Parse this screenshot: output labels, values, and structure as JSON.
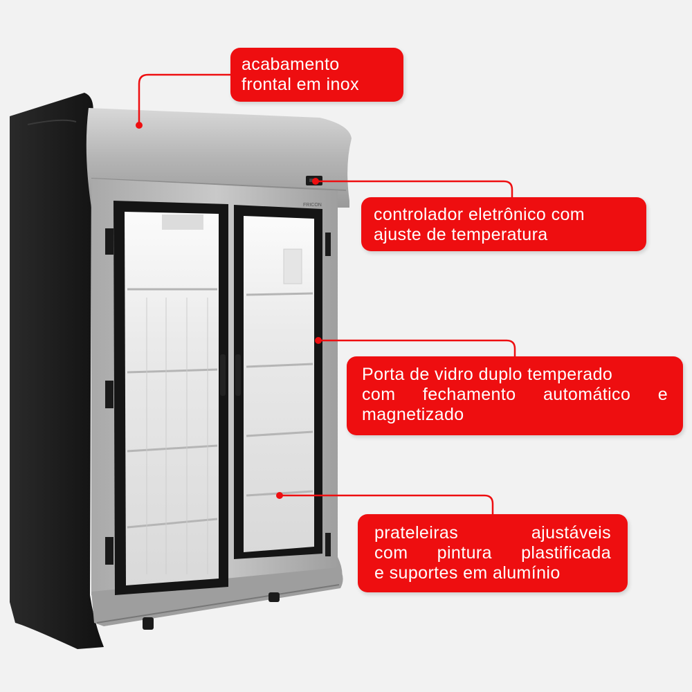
{
  "colors": {
    "accent": "#ee0e10",
    "background": "#f2f2f2",
    "cabinet_body": "#1a1a1a",
    "stainless": "#b8b8b8"
  },
  "product": {
    "brand_mark": "FRICON"
  },
  "callouts": {
    "finish": {
      "lines": [
        "acabamento",
        "frontal em inox"
      ]
    },
    "controller": {
      "lines": [
        "controlador eletrônico com",
        "ajuste de temperatura"
      ]
    },
    "door": {
      "lines": [
        "Porta de vidro duplo temperado",
        "com fechamento automático e",
        "magnetizado"
      ]
    },
    "shelves": {
      "lines": [
        "prateleiras ajustáveis",
        "com pintura plastificada",
        "e suportes em alumínio"
      ]
    }
  }
}
